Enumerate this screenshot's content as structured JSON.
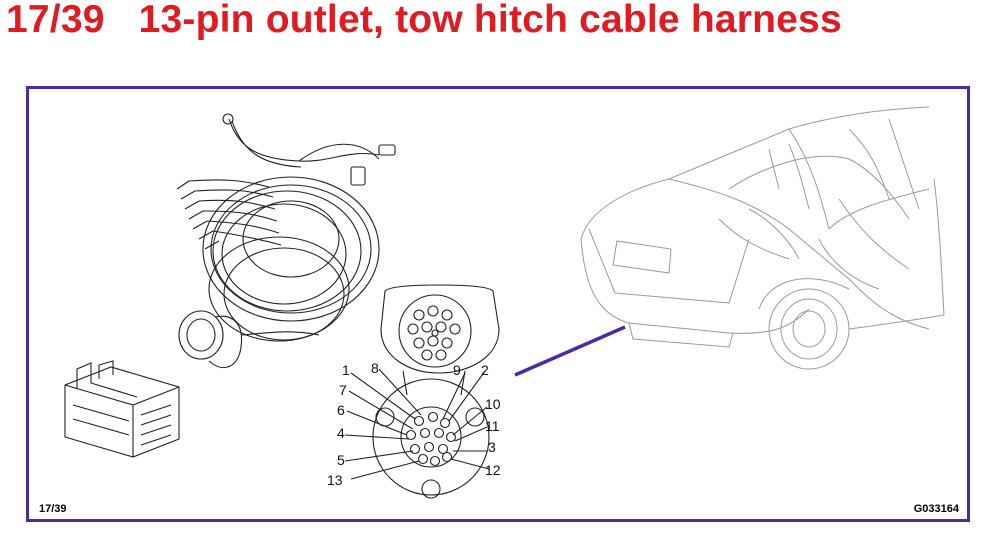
{
  "title": {
    "number": "17/39",
    "text": "13-pin outlet, tow hitch cable harness"
  },
  "figure": {
    "page_ref": "17/39",
    "figure_code": "G033164",
    "pin_labels": [
      "1",
      "2",
      "3",
      "4",
      "5",
      "6",
      "7",
      "8",
      "9",
      "10",
      "11",
      "12",
      "13"
    ]
  },
  "colors": {
    "title": "#e01b22",
    "frame": "#4b2aa8",
    "pointer": "#4b2aa8"
  }
}
